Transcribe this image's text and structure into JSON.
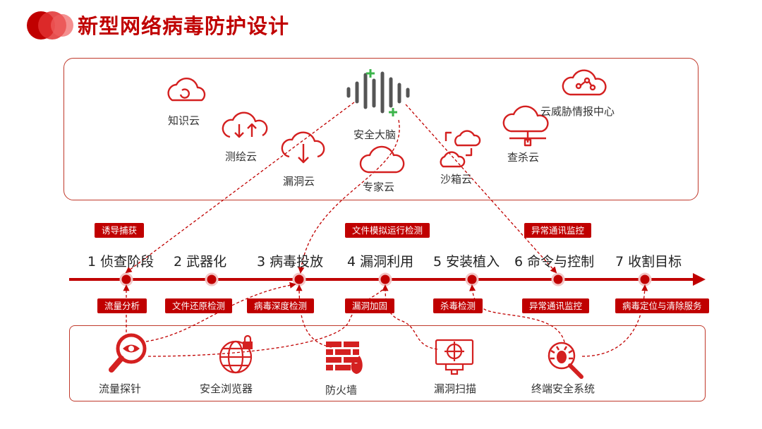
{
  "title": "新型网络病毒防护设计",
  "clouds": {
    "brain": "安全大脑",
    "zhishi": "知识云",
    "cehui": "测绘云",
    "loudong": "漏洞云",
    "zhuanjia": "专家云",
    "shaxiang": "沙箱云",
    "chasha": "查杀云",
    "weixie": "云威胁情报中心"
  },
  "stages": [
    "1 侦查阶段",
    "2 武器化",
    "3 病毒投放",
    "4 漏洞利用",
    "5 安装植入",
    "6 命令与控制",
    "7 收割目标"
  ],
  "tags_top": [
    "诱导捕获",
    "文件模拟运行检测",
    "异常通讯监控"
  ],
  "tags_bottom": [
    "流量分析",
    "文件还原检测",
    "病毒深度检测",
    "漏洞加固",
    "杀毒检测",
    "异常通讯监控",
    "病毒定位与清除服务"
  ],
  "tools": {
    "probe": "流量探针",
    "browser": "安全浏览器",
    "firewall": "防火墙",
    "scanner": "漏洞扫描",
    "endpoint": "终端安全系统"
  },
  "colors": {
    "accent": "#c00000",
    "brain_green": "#3cb44b"
  }
}
